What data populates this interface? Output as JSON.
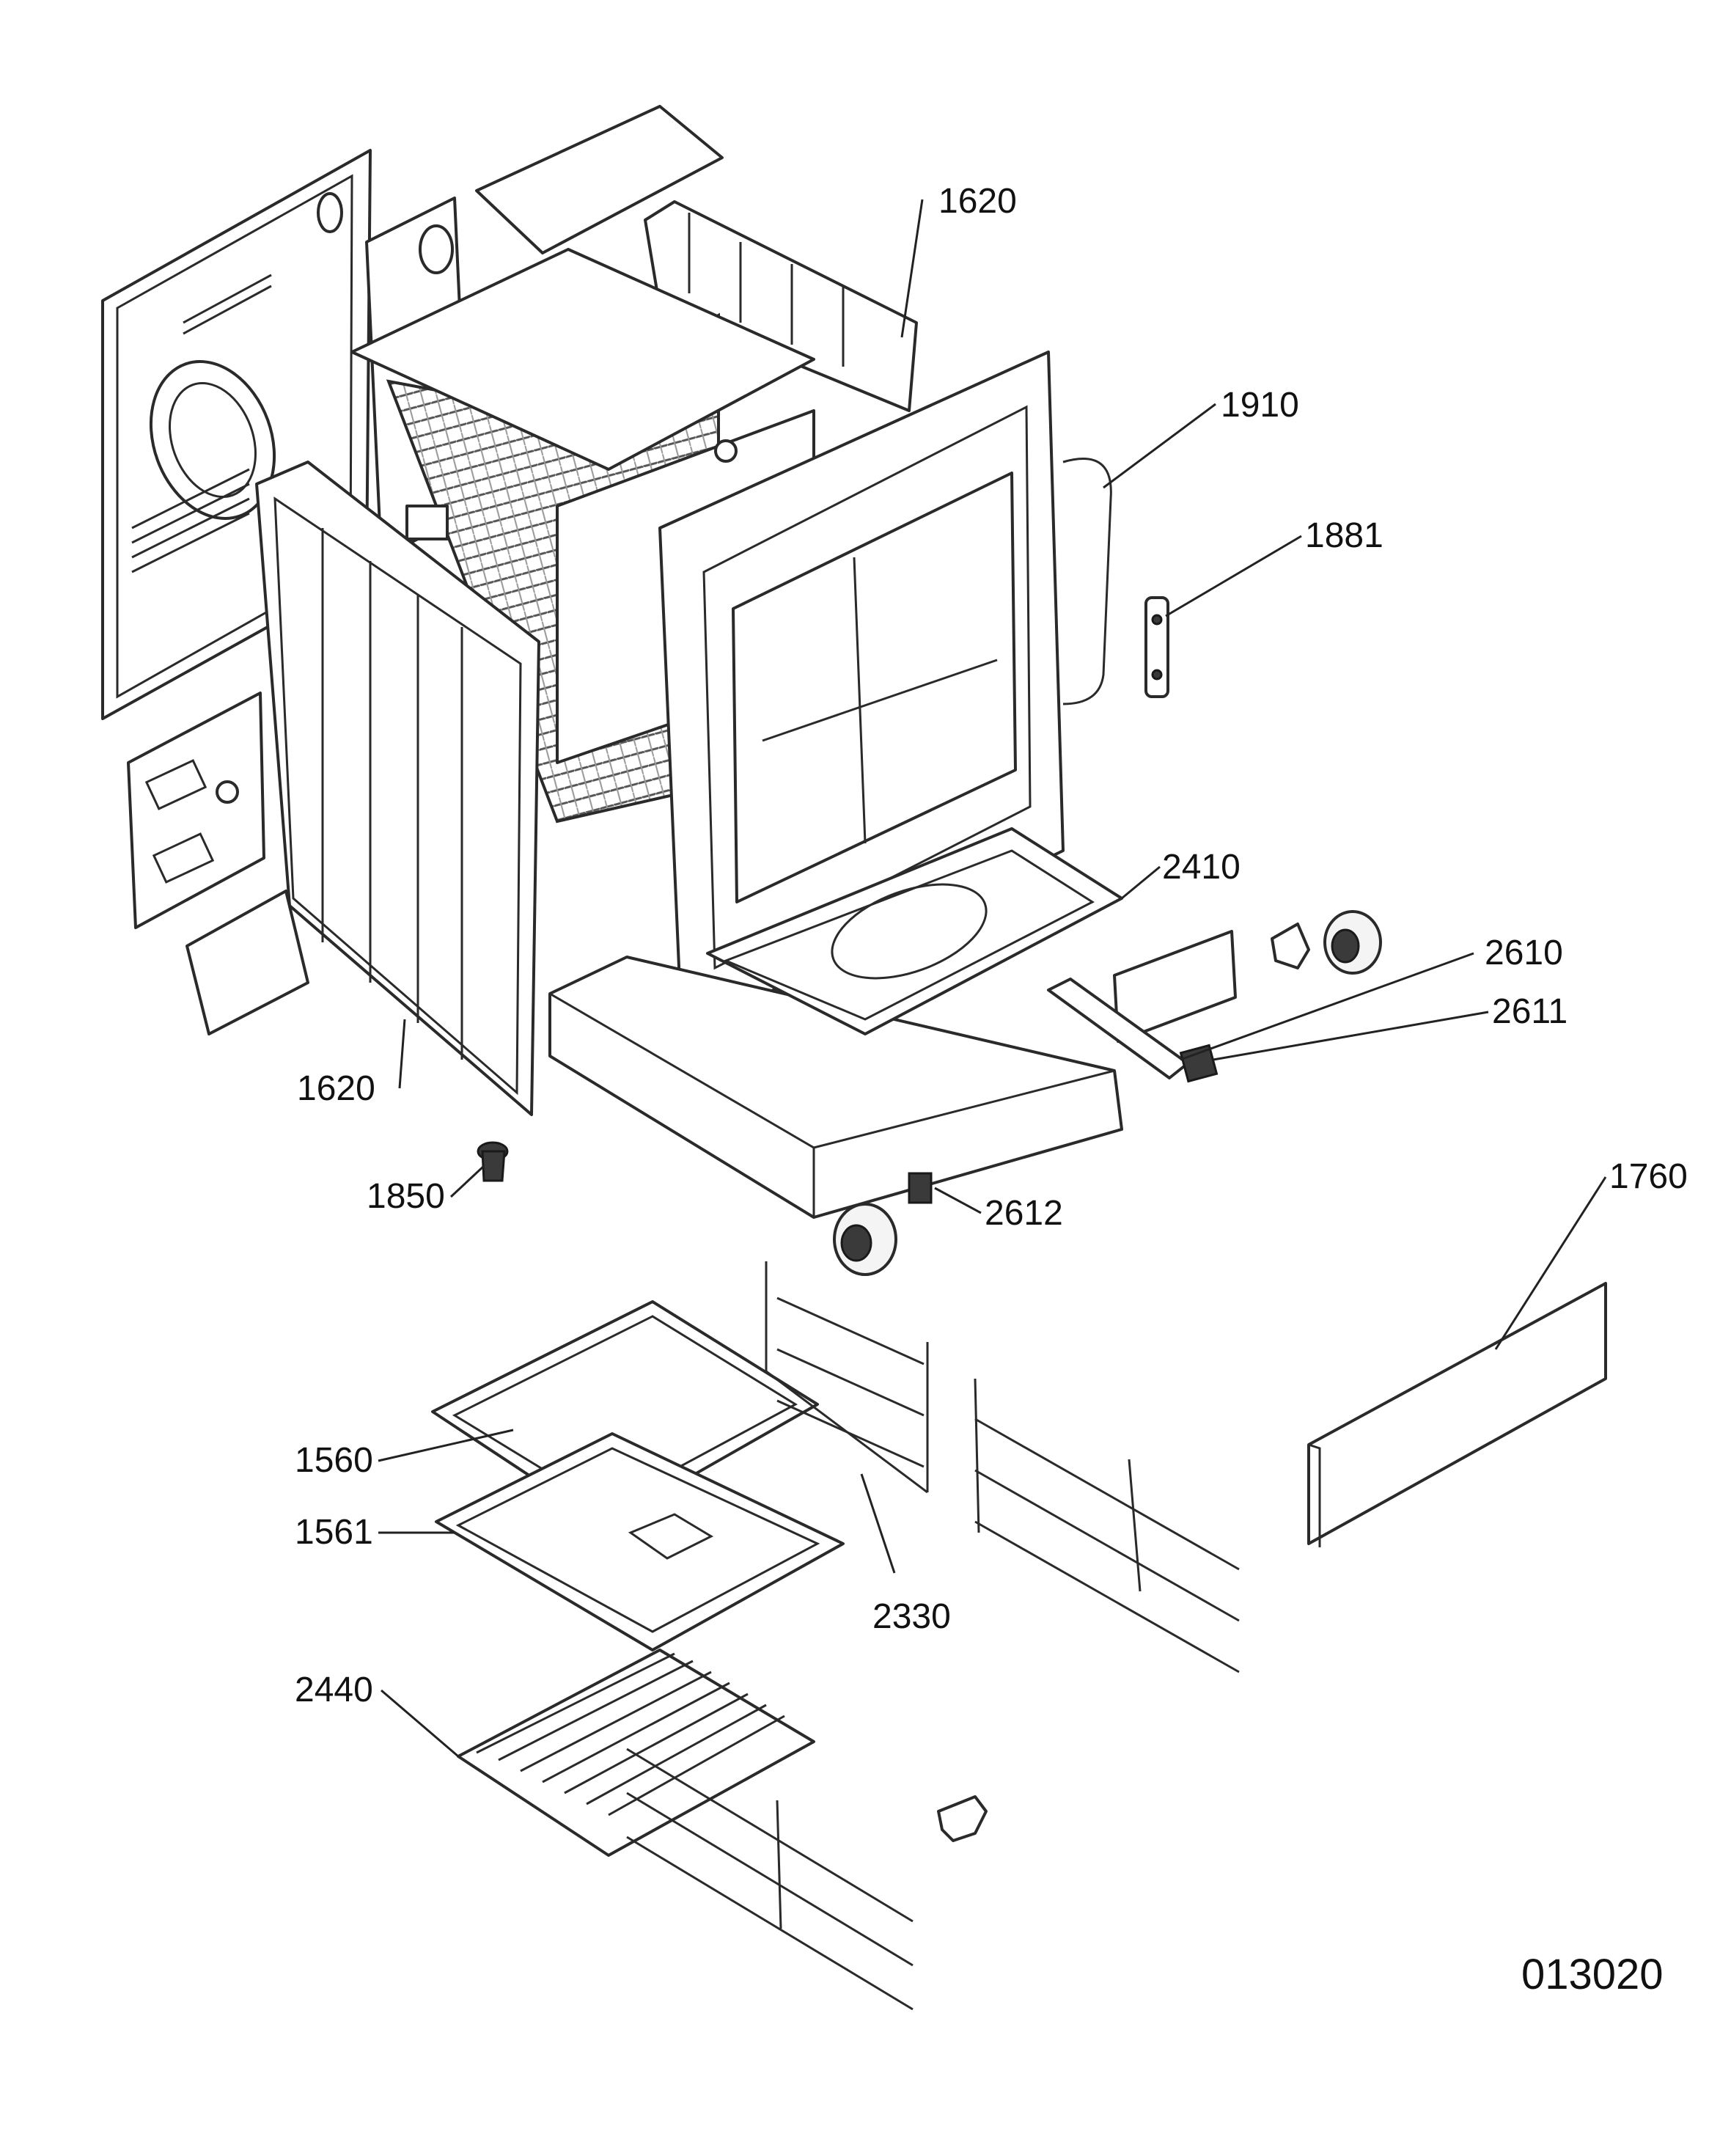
{
  "callouts": [
    {
      "id": "c-1620-top",
      "text": "1620"
    },
    {
      "id": "c-1910",
      "text": "1910"
    },
    {
      "id": "c-1881",
      "text": "1881"
    },
    {
      "id": "c-2410",
      "text": "2410"
    },
    {
      "id": "c-2610",
      "text": "2610"
    },
    {
      "id": "c-2611",
      "text": "2611"
    },
    {
      "id": "c-1620-left",
      "text": "1620"
    },
    {
      "id": "c-1850",
      "text": "1850"
    },
    {
      "id": "c-2612",
      "text": "2612"
    },
    {
      "id": "c-1760",
      "text": "1760"
    },
    {
      "id": "c-1560",
      "text": "1560"
    },
    {
      "id": "c-1561",
      "text": "1561"
    },
    {
      "id": "c-2330",
      "text": "2330"
    },
    {
      "id": "c-2440",
      "text": "2440"
    }
  ],
  "drawing_code": "013020"
}
